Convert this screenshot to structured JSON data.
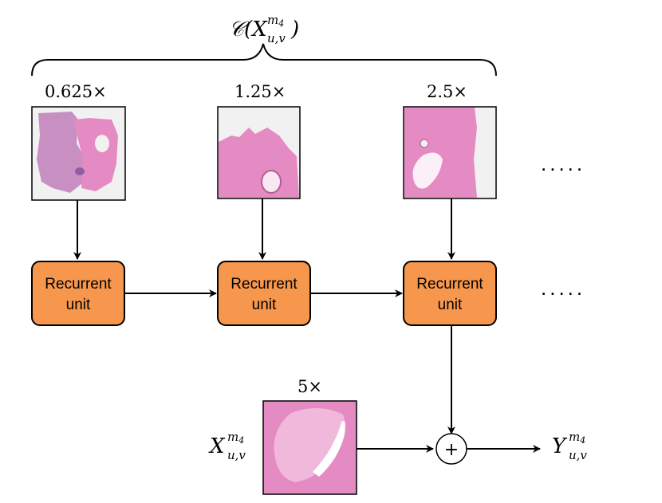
{
  "context_label": {
    "prefix": "𝒞(",
    "base": "X",
    "sup": "m",
    "sup_sub": "4",
    "sub": "u,v",
    "suffix": ")"
  },
  "magnifications": [
    "0.625×",
    "1.25×",
    "2.5×"
  ],
  "input_magnification": "5×",
  "recurrent_unit": {
    "line1": "Recurrent",
    "line2": "unit"
  },
  "ellipsis": ".....",
  "input_label": {
    "base": "X",
    "sup": "m",
    "sup_sub": "4",
    "sub": "u,v"
  },
  "output_label": {
    "base": "Y",
    "sup": "m",
    "sup_sub": "4",
    "sub": "u,v"
  },
  "plus_symbol": "+",
  "colors": {
    "unit_fill": "#f6974d",
    "unit_stroke": "#000000",
    "tissue": "#e58bc4",
    "background_tile": "#f2f1f1"
  }
}
